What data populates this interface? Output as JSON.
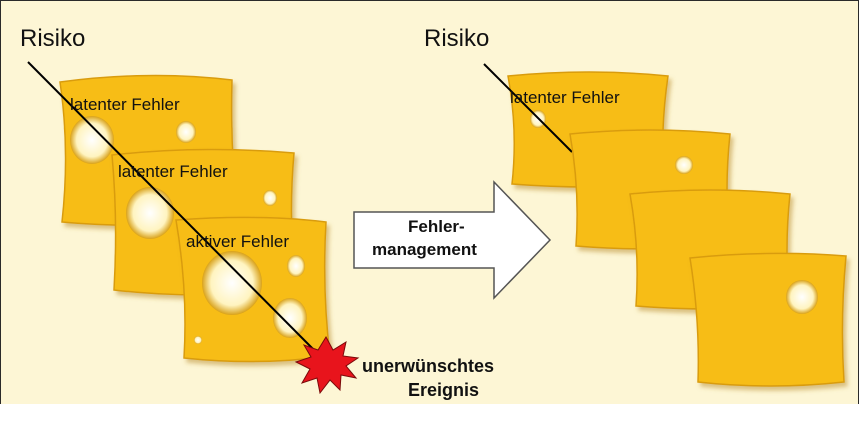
{
  "left": {
    "risk_label": "Risiko",
    "slice1_label": "latenter Fehler",
    "slice2_label": "latenter Fehler",
    "slice3_label": "aktiver Fehler",
    "outcome_line1": "unerwünschtes",
    "outcome_line2": "Ereignis"
  },
  "arrow": {
    "line1": "Fehler-",
    "line2": "management"
  },
  "right": {
    "risk_label": "Risiko",
    "slice1_label": "latenter Fehler"
  },
  "colors": {
    "background": "#fdf6d5",
    "cheese": "#f7bd18",
    "cheese_edge": "#c98a05",
    "hole": "#fff6c8",
    "explosion": "#e8141c",
    "line": "#000000"
  }
}
